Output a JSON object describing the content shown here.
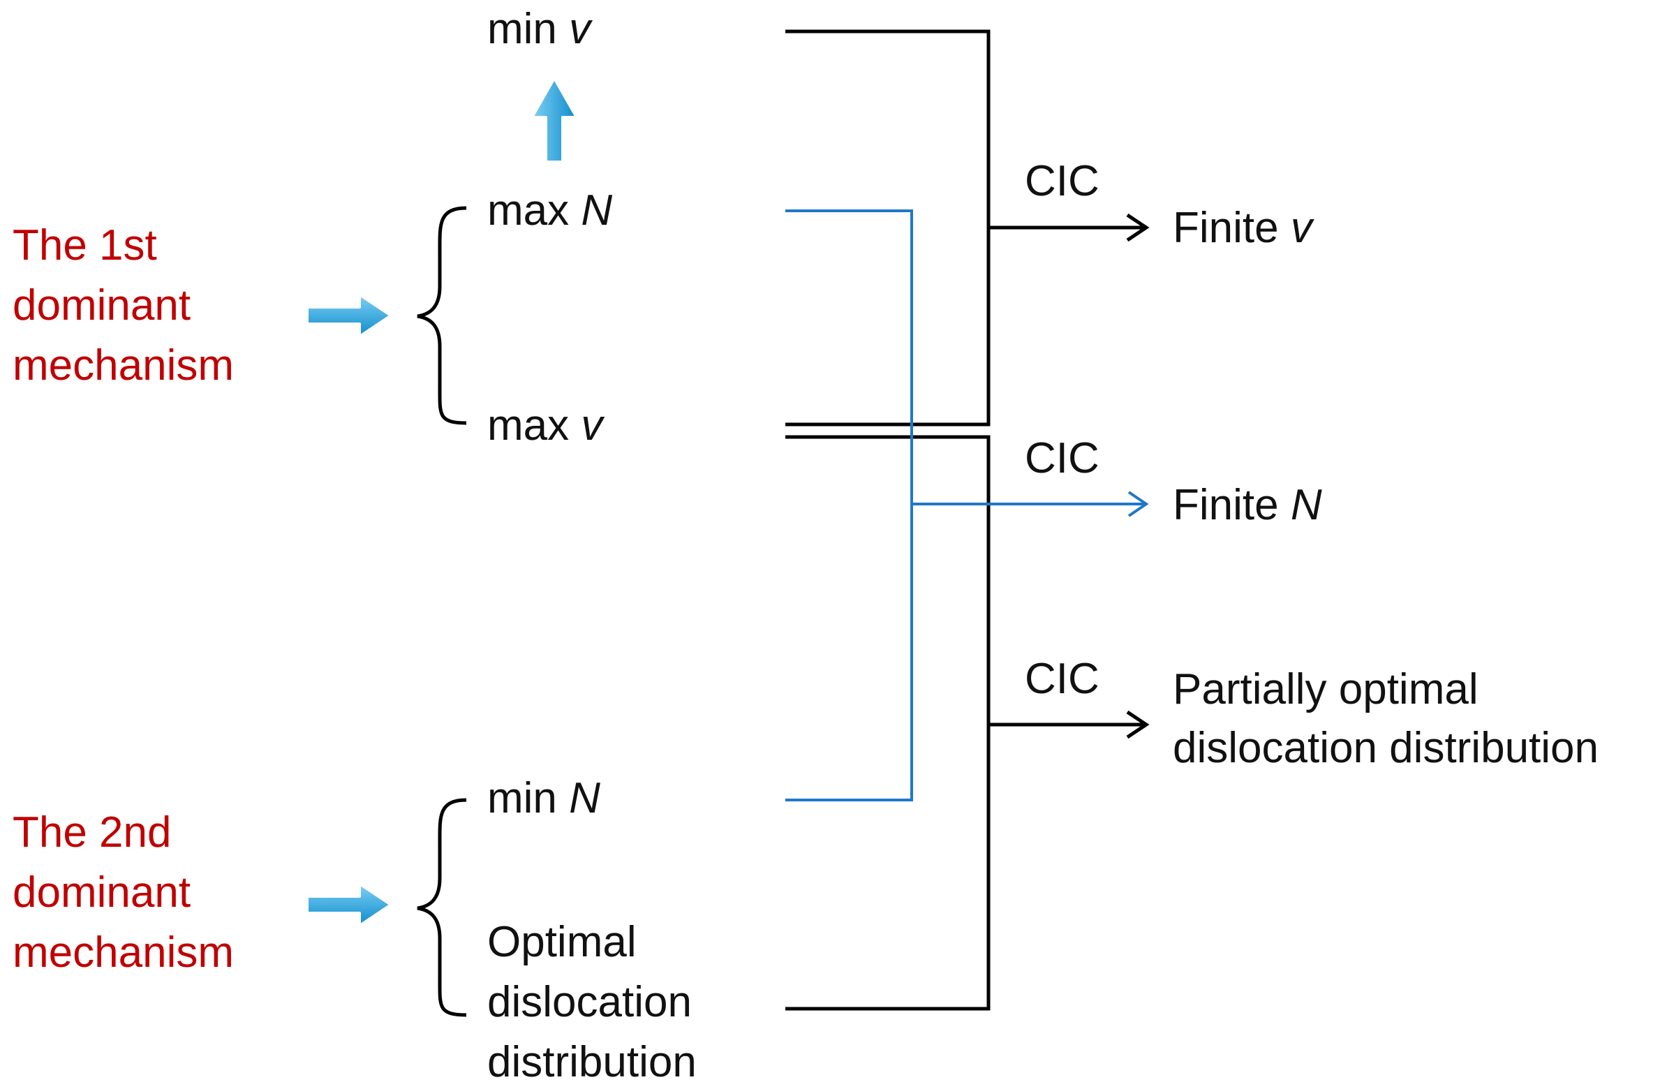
{
  "colors": {
    "red_text": "#c00000",
    "black_line": "#000000",
    "blue_line": "#1f78c8",
    "cyan_arrow": "#1ba3e0"
  },
  "left_labels": {
    "first": [
      "The 1st",
      "dominant",
      "mechanism"
    ],
    "second": [
      "The 2nd",
      "dominant",
      "mechanism"
    ]
  },
  "items": {
    "min_v": {
      "word": "min",
      "var": "v"
    },
    "max_N": {
      "word": "max",
      "var": "N"
    },
    "max_v": {
      "word": "max",
      "var": "v"
    },
    "min_N": {
      "word": "min",
      "var": "N"
    },
    "optimal": [
      "Optimal",
      "dislocation",
      "distribution"
    ]
  },
  "cic": [
    "CIC",
    "CIC",
    "CIC"
  ],
  "results": {
    "finite_v": {
      "word": "Finite",
      "var": "v"
    },
    "finite_N": {
      "word": "Finite",
      "var": "N"
    },
    "partial": [
      "Partially optimal",
      "dislocation distribution"
    ]
  },
  "icons": [
    "arrow-right-icon",
    "arrow-up-icon",
    "curly-brace-icon"
  ]
}
